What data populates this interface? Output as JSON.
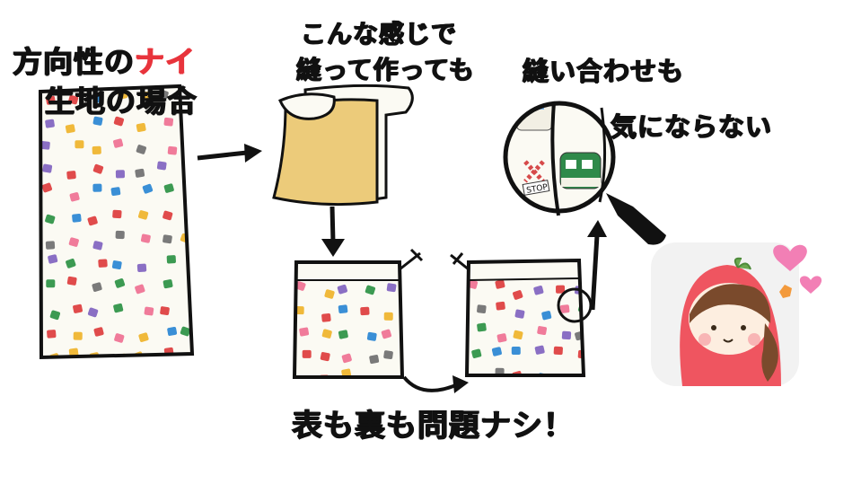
{
  "headline": {
    "line1_prefix": "方向性の",
    "line1_accent": "ナイ",
    "line2": "生地の場合"
  },
  "step_caption": {
    "line1": "こんな感じで",
    "line2": "縫って作っても"
  },
  "zoom_caption": {
    "line1": "縫い合わせも",
    "line2": "気にならない"
  },
  "result_caption": "表も裏も問題ナシ！",
  "stop_sign": "STOP",
  "colors": {
    "accent": "#e8343c",
    "roll": "#eccb7a",
    "fabric": "#fbfaf3",
    "hood": "#ef5560",
    "icon_bg": "#f2f2f2"
  }
}
